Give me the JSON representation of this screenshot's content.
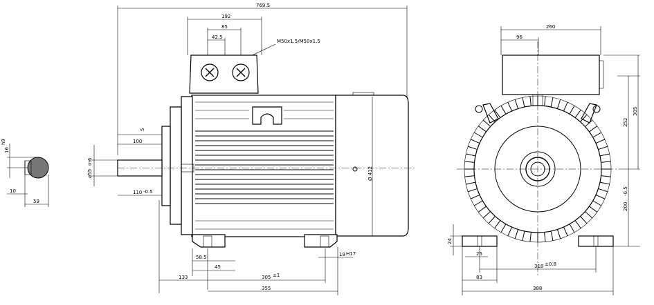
{
  "dimensions": {
    "overall_length": "769.5",
    "terminal_box_width": "192",
    "gland_spacing_outer": "85",
    "gland_spacing_inner": "42.5",
    "gland_thread": "M50x1.5/M50x1.5",
    "end_view_width": "260",
    "end_view_offset": "96",
    "height_box_top": "305",
    "height_center": "252",
    "shaft_height": "200",
    "shaft_height_tol": "-0.5",
    "shaft_length": "100",
    "shaft_shoulder": "5",
    "shaft_diameter": "55",
    "shaft_diameter_tol": "m6",
    "shaft_reach": "110",
    "shaft_reach_tol": "-0.5",
    "key_height": "16",
    "key_height_tol": "h9",
    "key_width": "10",
    "key_section_width": "59",
    "body_diameter": "Ø 412",
    "foot_hole_spacing_inner": "58.5",
    "foot_hole_offset": "45",
    "foot_hole_diameter": "19",
    "foot_hole_tol": "H17",
    "shaft_to_foot": "133",
    "foot_spacing": "305",
    "foot_spacing_tol": "±1",
    "foot_length": "355",
    "foot_thickness": "24",
    "foot_slot_width": "25",
    "foot_hole_span": "318",
    "foot_hole_span_tol": "±0.8",
    "foot_width": "83",
    "base_width": "388"
  }
}
